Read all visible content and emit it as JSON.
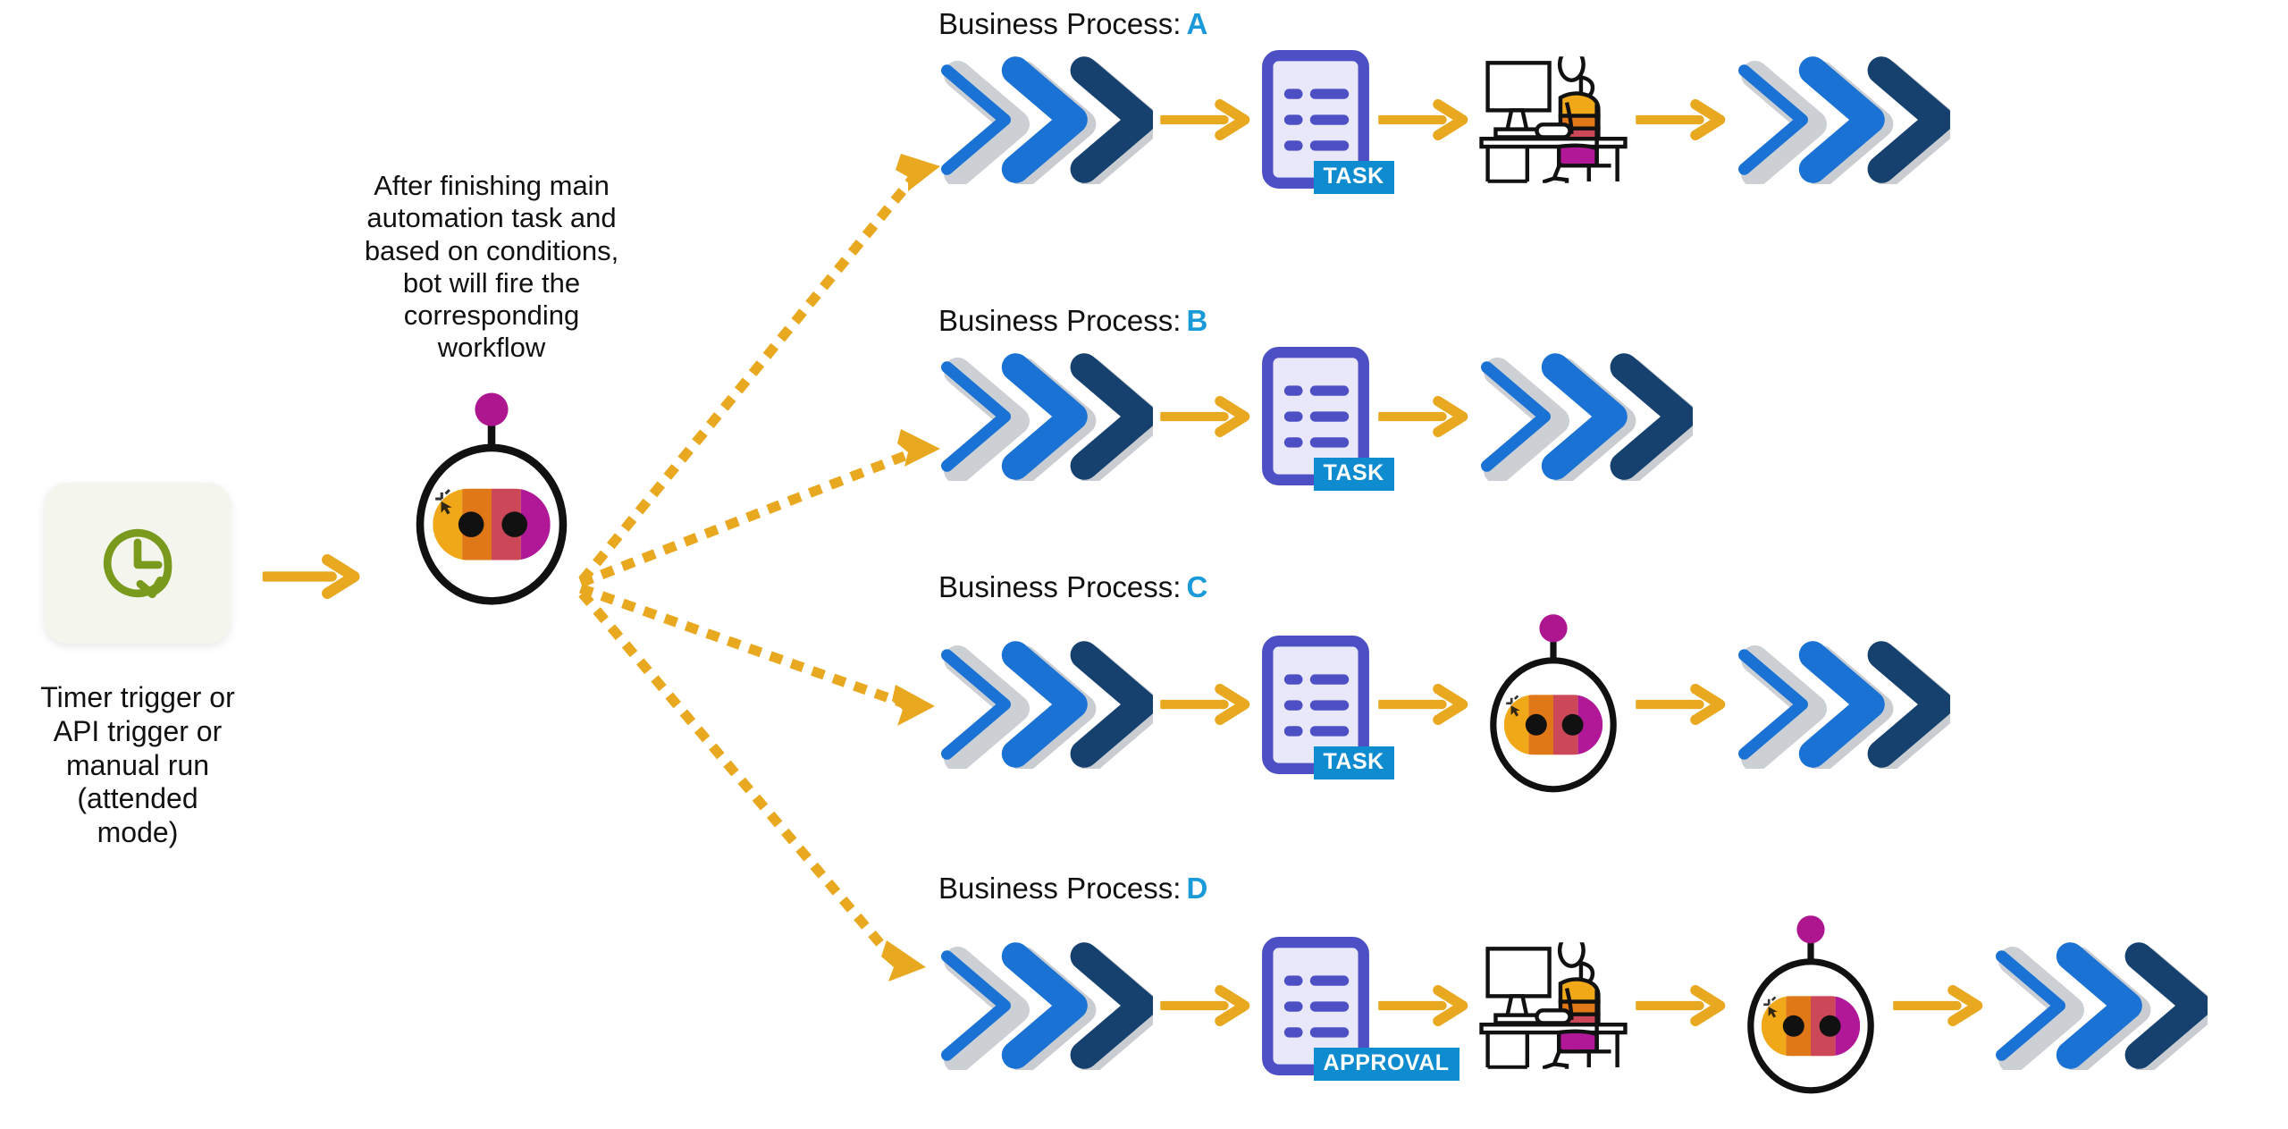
{
  "trigger": {
    "icon": "timer-clock-refresh-icon",
    "caption": "Timer trigger or API trigger or manual run (attended mode)",
    "tile_color": "#f4f6ee",
    "icon_color": "#7a9a1e"
  },
  "center": {
    "caption": "After finishing main automation task and based on conditions, bot will fire the corresponding workflow",
    "icon": "bot-icon"
  },
  "colors": {
    "arrow": "#e8a820",
    "dotted_arrow": "#e8a820",
    "chevron_outline": "#1a73d4",
    "chevron_mid": "#1a73d4",
    "chevron_dark": "#16416e",
    "chevron_gray": "#c9cdd2",
    "doc_border": "#4d4fc4",
    "doc_fill": "#e8e8fa",
    "badge_bg": "#0f8bd0",
    "badge_text": "#ffffff",
    "process_letter": "#1a9ad8",
    "bot_antenna": "#ad168f",
    "visor_1": "#f0a818",
    "visor_2": "#e07818",
    "visor_3": "#cc4858",
    "visor_4": "#b01898",
    "person_shirt_top": "#f0a818",
    "person_shirt_mid": "#e07818",
    "person_shirt_low": "#cc4858",
    "person_pants": "#b01898"
  },
  "processes": [
    {
      "title_prefix": "Business Process:",
      "letter": "A",
      "steps": [
        {
          "type": "workflow-chevrons",
          "name": "workflow-icon"
        },
        {
          "type": "document",
          "name": "task-document-icon",
          "badge": "TASK"
        },
        {
          "type": "person-desk",
          "name": "person-at-desk-icon"
        },
        {
          "type": "workflow-chevrons",
          "name": "workflow-icon"
        }
      ]
    },
    {
      "title_prefix": "Business Process:",
      "letter": "B",
      "steps": [
        {
          "type": "workflow-chevrons",
          "name": "workflow-icon"
        },
        {
          "type": "document",
          "name": "task-document-icon",
          "badge": "TASK"
        },
        {
          "type": "workflow-chevrons",
          "name": "workflow-icon"
        }
      ]
    },
    {
      "title_prefix": "Business Process:",
      "letter": "C",
      "steps": [
        {
          "type": "workflow-chevrons",
          "name": "workflow-icon"
        },
        {
          "type": "document",
          "name": "task-document-icon",
          "badge": "TASK"
        },
        {
          "type": "bot",
          "name": "bot-icon"
        },
        {
          "type": "workflow-chevrons",
          "name": "workflow-icon"
        }
      ]
    },
    {
      "title_prefix": "Business Process:",
      "letter": "D",
      "steps": [
        {
          "type": "workflow-chevrons",
          "name": "workflow-icon"
        },
        {
          "type": "document",
          "name": "approval-document-icon",
          "badge": "APPROVAL"
        },
        {
          "type": "person-desk",
          "name": "person-at-desk-icon"
        },
        {
          "type": "bot",
          "name": "bot-icon"
        },
        {
          "type": "workflow-chevrons",
          "name": "workflow-icon"
        }
      ]
    }
  ]
}
